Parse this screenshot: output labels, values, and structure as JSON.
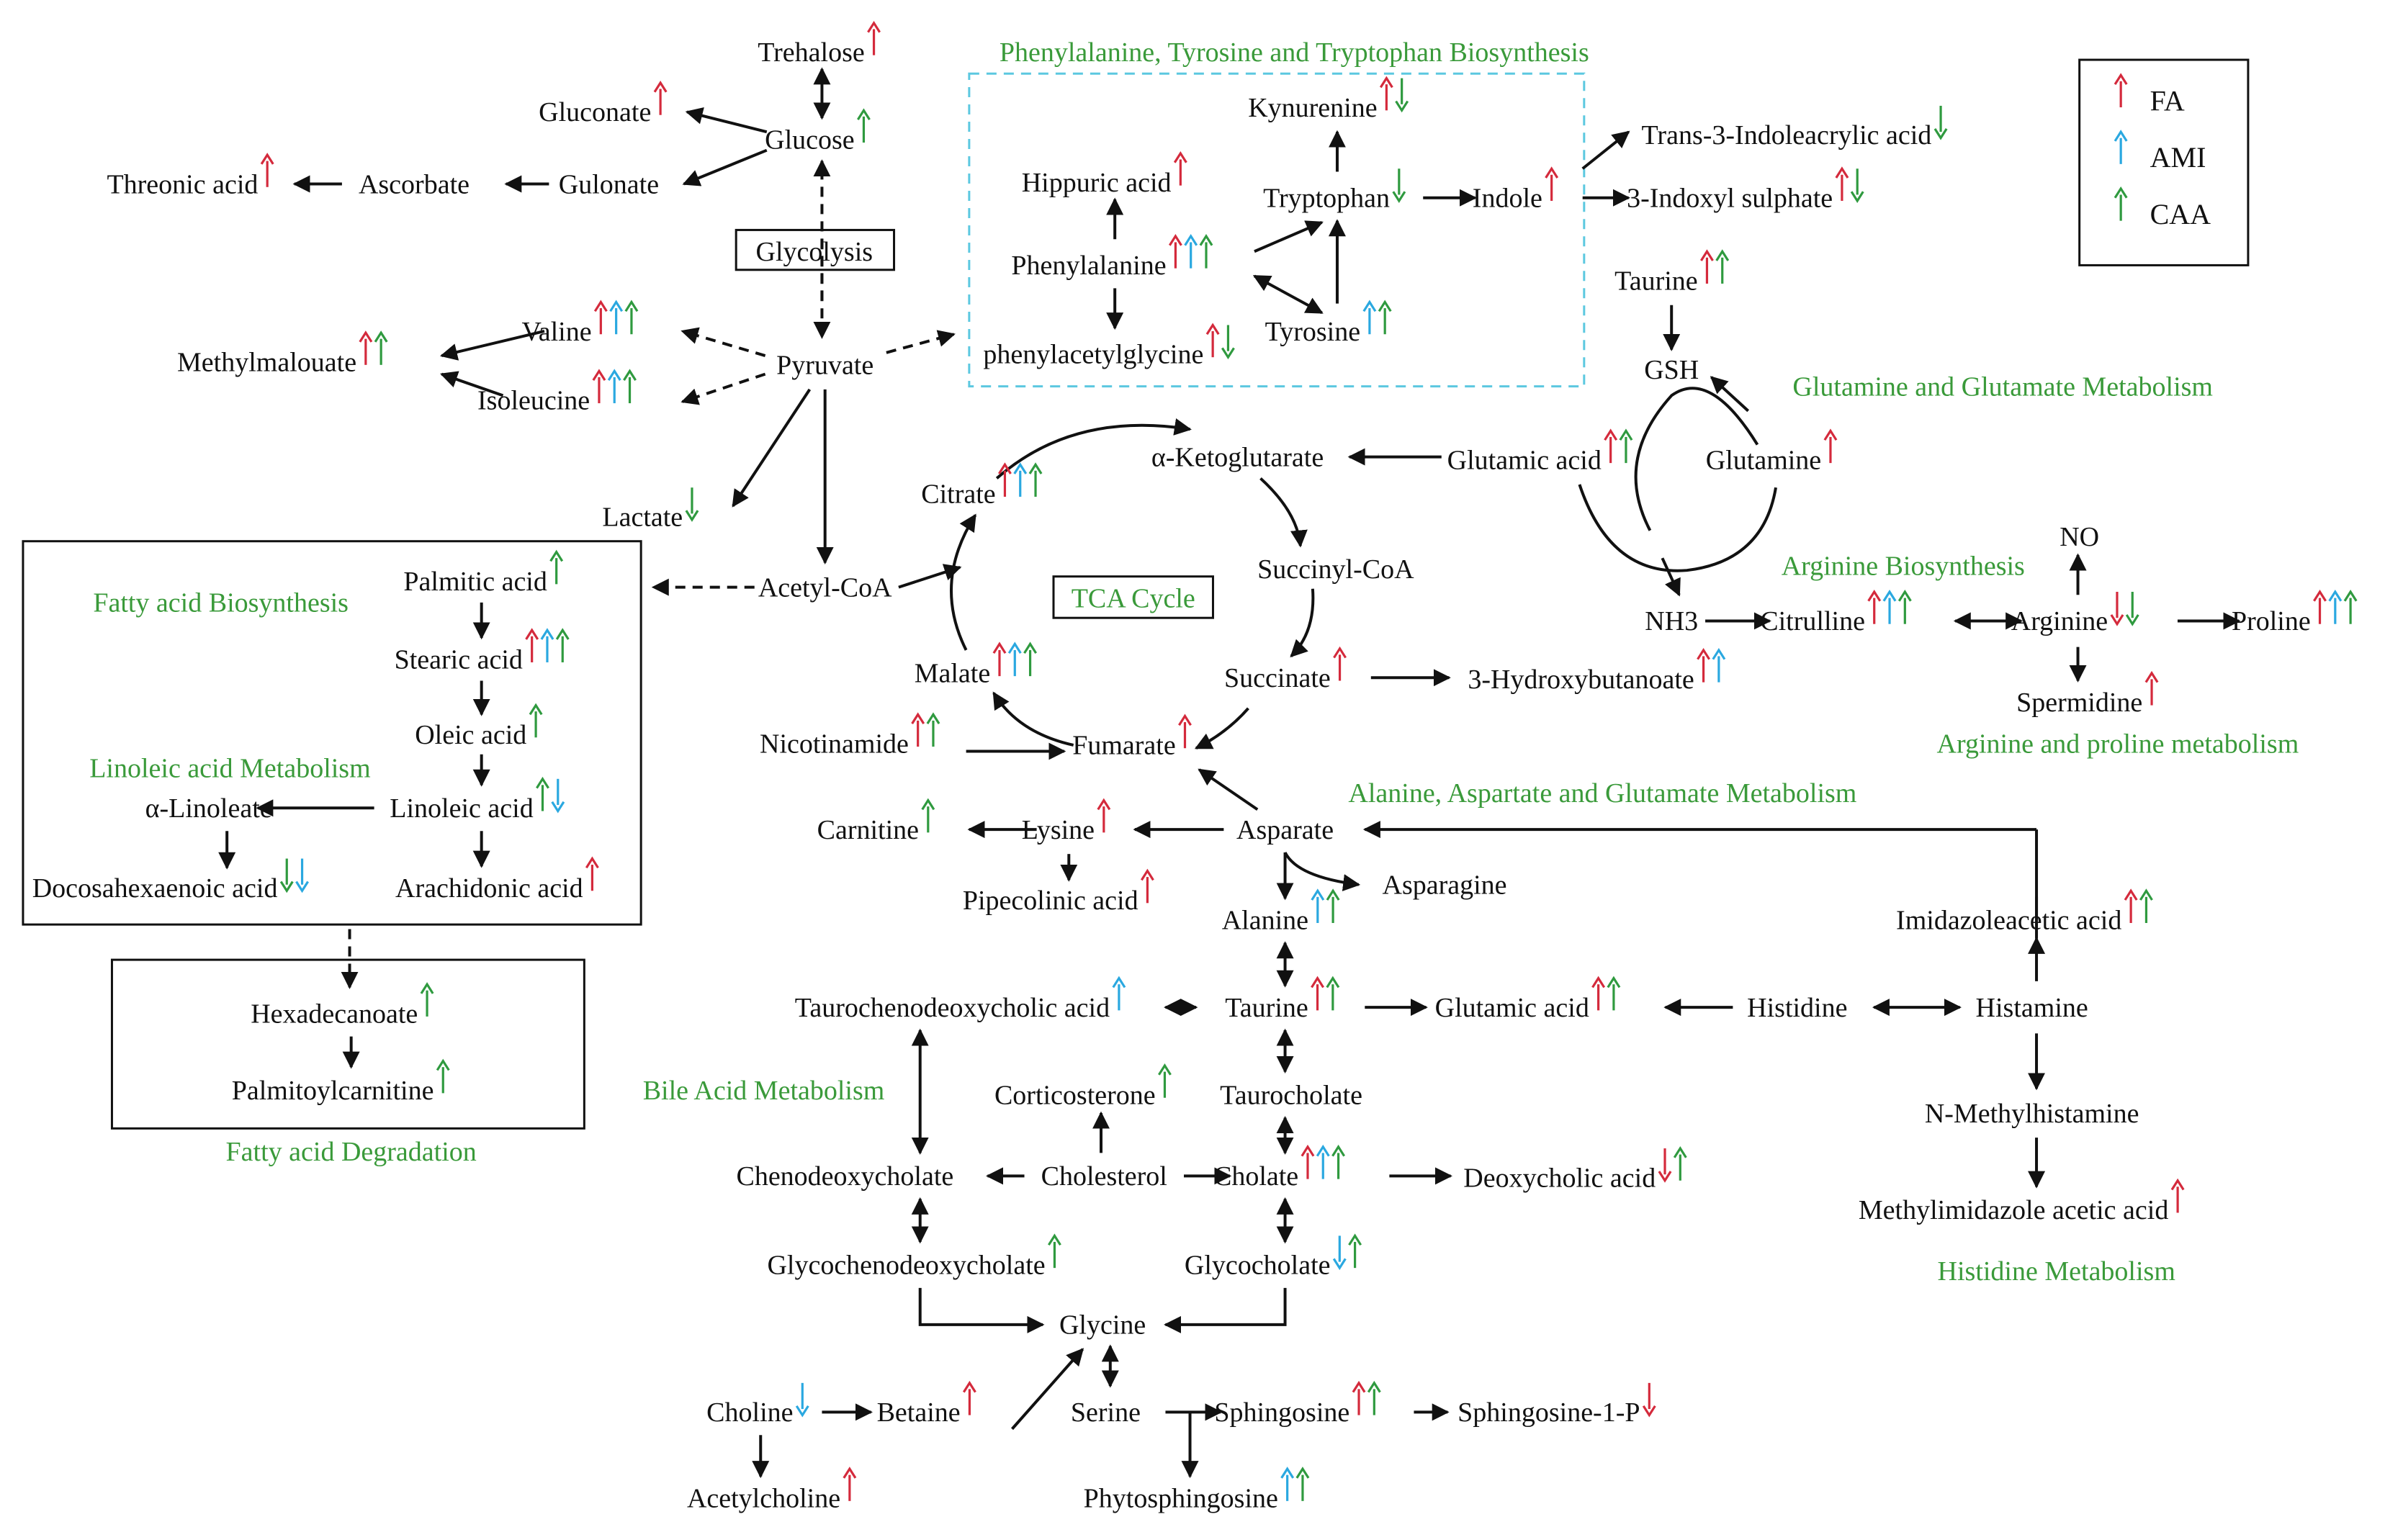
{
  "colors": {
    "FA": "#d42a3c",
    "AMI": "#2aa8e0",
    "CAA": "#2f9a3f",
    "title": "#3a9a3a"
  },
  "legend": [
    {
      "key": "FA",
      "label": "FA"
    },
    {
      "key": "AMI",
      "label": "AMI"
    },
    {
      "key": "CAA",
      "label": "CAA"
    }
  ],
  "pathway_titles": [
    {
      "id": "phe",
      "label": "Phenylalanine, Tyrosine and Tryptophan Biosynthesis"
    },
    {
      "id": "glu",
      "label": "Glutamine and Glutamate Metabolism"
    },
    {
      "id": "arg",
      "label": "Arginine Biosynthesis"
    },
    {
      "id": "argpro",
      "label": "Arginine and proline metabolism"
    },
    {
      "id": "fab",
      "label": "Fatty acid Biosynthesis"
    },
    {
      "id": "lin",
      "label": "Linoleic acid Metabolism"
    },
    {
      "id": "fad",
      "label": "Fatty acid Degradation"
    },
    {
      "id": "ala",
      "label": "Alanine, Aspartate and Glutamate Metabolism"
    },
    {
      "id": "bile",
      "label": "Bile Acid Metabolism"
    },
    {
      "id": "his",
      "label": "Histidine Metabolism"
    },
    {
      "id": "tca",
      "label": "TCA Cycle"
    }
  ],
  "boxed_labels": [
    {
      "id": "glycolysis",
      "label": "Glycolysis"
    }
  ],
  "metabolites": [
    {
      "id": "trehalose",
      "label": "Trehalose",
      "changes": [
        [
          "FA",
          "up"
        ]
      ]
    },
    {
      "id": "gluconate",
      "label": "Gluconate",
      "changes": [
        [
          "FA",
          "up"
        ]
      ]
    },
    {
      "id": "glucose",
      "label": "Glucose",
      "changes": [
        [
          "CAA",
          "up"
        ]
      ]
    },
    {
      "id": "threonic",
      "label": "Threonic acid",
      "changes": [
        [
          "FA",
          "up"
        ]
      ]
    },
    {
      "id": "ascorbate",
      "label": "Ascorbate",
      "changes": []
    },
    {
      "id": "gulonate",
      "label": "Gulonate",
      "changes": []
    },
    {
      "id": "valine",
      "label": "Valine",
      "changes": [
        [
          "FA",
          "up"
        ],
        [
          "AMI",
          "up"
        ],
        [
          "CAA",
          "up"
        ]
      ]
    },
    {
      "id": "isoleucine",
      "label": "Isoleucine",
      "changes": [
        [
          "FA",
          "up"
        ],
        [
          "AMI",
          "up"
        ],
        [
          "CAA",
          "up"
        ]
      ]
    },
    {
      "id": "methylmalonate",
      "label": "Methylmalouate",
      "changes": [
        [
          "FA",
          "up"
        ],
        [
          "CAA",
          "up"
        ]
      ]
    },
    {
      "id": "pyruvate",
      "label": "Pyruvate",
      "changes": []
    },
    {
      "id": "lactate",
      "label": "Lactate",
      "changes": [
        [
          "CAA",
          "down"
        ]
      ]
    },
    {
      "id": "acetylcoa",
      "label": "Acetyl-CoA",
      "changes": []
    },
    {
      "id": "kynurenine",
      "label": "Kynurenine",
      "changes": [
        [
          "FA",
          "up"
        ],
        [
          "CAA",
          "down"
        ]
      ]
    },
    {
      "id": "hippuric",
      "label": "Hippuric acid",
      "changes": [
        [
          "FA",
          "up"
        ]
      ]
    },
    {
      "id": "tryptophan",
      "label": "Tryptophan",
      "changes": [
        [
          "CAA",
          "down"
        ]
      ]
    },
    {
      "id": "indole",
      "label": "Indole",
      "changes": [
        [
          "FA",
          "up"
        ]
      ]
    },
    {
      "id": "phenylalanine",
      "label": "Phenylalanine",
      "changes": [
        [
          "FA",
          "up"
        ],
        [
          "AMI",
          "up"
        ],
        [
          "CAA",
          "up"
        ]
      ]
    },
    {
      "id": "tyrosine",
      "label": "Tyrosine",
      "changes": [
        [
          "AMI",
          "up"
        ],
        [
          "CAA",
          "up"
        ]
      ]
    },
    {
      "id": "phenylacetylglycine",
      "label": "phenylacetylglycine",
      "changes": [
        [
          "FA",
          "up"
        ],
        [
          "CAA",
          "down"
        ]
      ]
    },
    {
      "id": "indoleacrylic",
      "label": "Trans-3-Indoleacrylic acid",
      "changes": [
        [
          "CAA",
          "down"
        ]
      ]
    },
    {
      "id": "indoxyl",
      "label": "3-Indoxyl sulphate",
      "changes": [
        [
          "FA",
          "up"
        ],
        [
          "CAA",
          "down"
        ]
      ]
    },
    {
      "id": "taurine_top",
      "label": "Taurine",
      "changes": [
        [
          "FA",
          "up"
        ],
        [
          "CAA",
          "up"
        ]
      ]
    },
    {
      "id": "gsh",
      "label": "GSH",
      "changes": []
    },
    {
      "id": "glutamic_top",
      "label": "Glutamic acid",
      "changes": [
        [
          "FA",
          "up"
        ],
        [
          "CAA",
          "up"
        ]
      ]
    },
    {
      "id": "glutamine",
      "label": "Glutamine",
      "changes": [
        [
          "FA",
          "up"
        ]
      ]
    },
    {
      "id": "akg",
      "label": "α-Ketoglutarate",
      "changes": []
    },
    {
      "id": "citrate",
      "label": "Citrate",
      "changes": [
        [
          "FA",
          "up"
        ],
        [
          "AMI",
          "up"
        ],
        [
          "CAA",
          "up"
        ]
      ]
    },
    {
      "id": "succinylcoa",
      "label": "Succinyl-CoA",
      "changes": []
    },
    {
      "id": "succinate",
      "label": "Succinate",
      "changes": [
        [
          "FA",
          "up"
        ]
      ]
    },
    {
      "id": "hydroxybut",
      "label": "3-Hydroxybutanoate",
      "changes": [
        [
          "FA",
          "up"
        ],
        [
          "AMI",
          "up"
        ]
      ]
    },
    {
      "id": "malate",
      "label": "Malate",
      "changes": [
        [
          "FA",
          "up"
        ],
        [
          "AMI",
          "up"
        ],
        [
          "CAA",
          "up"
        ]
      ]
    },
    {
      "id": "fumarate",
      "label": "Fumarate",
      "changes": [
        [
          "FA",
          "up"
        ]
      ]
    },
    {
      "id": "nicotinamide",
      "label": "Nicotinamide",
      "changes": [
        [
          "FA",
          "up"
        ],
        [
          "CAA",
          "up"
        ]
      ]
    },
    {
      "id": "nh3",
      "label": "NH3",
      "changes": []
    },
    {
      "id": "citrulline",
      "label": "Citrulline",
      "changes": [
        [
          "FA",
          "up"
        ],
        [
          "AMI",
          "up"
        ],
        [
          "CAA",
          "up"
        ]
      ]
    },
    {
      "id": "arginine",
      "label": "Arginine",
      "changes": [
        [
          "FA",
          "down"
        ],
        [
          "CAA",
          "down"
        ]
      ]
    },
    {
      "id": "proline",
      "label": "Proline",
      "changes": [
        [
          "FA",
          "up"
        ],
        [
          "AMI",
          "up"
        ],
        [
          "CAA",
          "up"
        ]
      ]
    },
    {
      "id": "no",
      "label": "NO",
      "changes": []
    },
    {
      "id": "spermidine",
      "label": "Spermidine",
      "changes": [
        [
          "FA",
          "up"
        ]
      ]
    },
    {
      "id": "palmitic",
      "label": "Palmitic acid",
      "changes": [
        [
          "CAA",
          "up"
        ]
      ]
    },
    {
      "id": "stearic",
      "label": "Stearic acid",
      "changes": [
        [
          "FA",
          "up"
        ],
        [
          "AMI",
          "up"
        ],
        [
          "CAA",
          "up"
        ]
      ]
    },
    {
      "id": "oleic",
      "label": "Oleic acid",
      "changes": [
        [
          "CAA",
          "up"
        ]
      ]
    },
    {
      "id": "linoleate",
      "label": "α-Linoleate",
      "changes": []
    },
    {
      "id": "linoleic",
      "label": "Linoleic acid",
      "changes": [
        [
          "CAA",
          "up"
        ],
        [
          "AMI",
          "down"
        ]
      ]
    },
    {
      "id": "dha",
      "label": "Docosahexaenoic acid",
      "changes": [
        [
          "CAA",
          "down"
        ],
        [
          "AMI",
          "down"
        ]
      ]
    },
    {
      "id": "arachidonic",
      "label": "Arachidonic acid",
      "changes": [
        [
          "FA",
          "up"
        ]
      ]
    },
    {
      "id": "hexadecanoate",
      "label": "Hexadecanoate",
      "changes": [
        [
          "CAA",
          "up"
        ]
      ]
    },
    {
      "id": "palmitoylcarnitine",
      "label": "Palmitoylcarnitine",
      "changes": [
        [
          "CAA",
          "up"
        ]
      ]
    },
    {
      "id": "carnitine",
      "label": "Carnitine",
      "changes": [
        [
          "CAA",
          "up"
        ]
      ]
    },
    {
      "id": "lysine",
      "label": "Lysine",
      "changes": [
        [
          "FA",
          "up"
        ]
      ]
    },
    {
      "id": "asparate",
      "label": "Asparate",
      "changes": []
    },
    {
      "id": "pipecolinic",
      "label": "Pipecolinic acid",
      "changes": [
        [
          "FA",
          "up"
        ]
      ]
    },
    {
      "id": "asparagine",
      "label": "Asparagine",
      "changes": []
    },
    {
      "id": "alanine",
      "label": "Alanine",
      "changes": [
        [
          "AMI",
          "up"
        ],
        [
          "CAA",
          "up"
        ]
      ]
    },
    {
      "id": "imidazoleacetic",
      "label": "Imidazoleacetic acid",
      "changes": [
        [
          "FA",
          "up"
        ],
        [
          "CAA",
          "up"
        ]
      ]
    },
    {
      "id": "tcdca",
      "label": "Taurochenodeoxycholic acid",
      "changes": [
        [
          "AMI",
          "up"
        ]
      ]
    },
    {
      "id": "taurine_mid",
      "label": "Taurine",
      "changes": [
        [
          "FA",
          "up"
        ],
        [
          "CAA",
          "up"
        ]
      ]
    },
    {
      "id": "glutamic_mid",
      "label": "Glutamic acid",
      "changes": [
        [
          "FA",
          "up"
        ],
        [
          "CAA",
          "up"
        ]
      ]
    },
    {
      "id": "histidine",
      "label": "Histidine",
      "changes": []
    },
    {
      "id": "histamine",
      "label": "Histamine",
      "changes": []
    },
    {
      "id": "corticosterone",
      "label": "Corticosterone",
      "changes": [
        [
          "CAA",
          "up"
        ]
      ]
    },
    {
      "id": "taurocholate",
      "label": "Taurocholate",
      "changes": []
    },
    {
      "id": "nmethylhistamine",
      "label": "N-Methylhistamine",
      "changes": []
    },
    {
      "id": "chenodeoxycholate",
      "label": "Chenodeoxycholate",
      "changes": []
    },
    {
      "id": "cholesterol",
      "label": "Cholesterol",
      "changes": []
    },
    {
      "id": "cholate",
      "label": "Cholate",
      "changes": [
        [
          "FA",
          "up"
        ],
        [
          "AMI",
          "up"
        ],
        [
          "CAA",
          "up"
        ]
      ]
    },
    {
      "id": "deoxycholic",
      "label": "Deoxycholic acid",
      "changes": [
        [
          "FA",
          "down"
        ],
        [
          "CAA",
          "up"
        ]
      ]
    },
    {
      "id": "methylimidazole",
      "label": "Methylimidazole acetic acid",
      "changes": [
        [
          "FA",
          "up"
        ]
      ]
    },
    {
      "id": "gcdca",
      "label": "Glycochenodeoxycholate",
      "changes": [
        [
          "CAA",
          "up"
        ]
      ]
    },
    {
      "id": "glycocholate",
      "label": "Glycocholate",
      "changes": [
        [
          "AMI",
          "down"
        ],
        [
          "CAA",
          "up"
        ]
      ]
    },
    {
      "id": "glycine",
      "label": "Glycine",
      "changes": []
    },
    {
      "id": "choline",
      "label": "Choline",
      "changes": [
        [
          "AMI",
          "down"
        ]
      ]
    },
    {
      "id": "betaine",
      "label": "Betaine",
      "changes": [
        [
          "FA",
          "up"
        ]
      ]
    },
    {
      "id": "serine",
      "label": "Serine",
      "changes": []
    },
    {
      "id": "sphingosine",
      "label": "Sphingosine",
      "changes": [
        [
          "FA",
          "up"
        ],
        [
          "CAA",
          "up"
        ]
      ]
    },
    {
      "id": "sphingosine1p",
      "label": "Sphingosine-1-P",
      "changes": [
        [
          "FA",
          "down"
        ]
      ]
    },
    {
      "id": "acetylcholine",
      "label": "Acetylcholine",
      "changes": [
        [
          "FA",
          "up"
        ]
      ]
    },
    {
      "id": "phytosphingosine",
      "label": "Phytosphingosine",
      "changes": [
        [
          "AMI",
          "up"
        ],
        [
          "CAA",
          "up"
        ]
      ]
    }
  ]
}
